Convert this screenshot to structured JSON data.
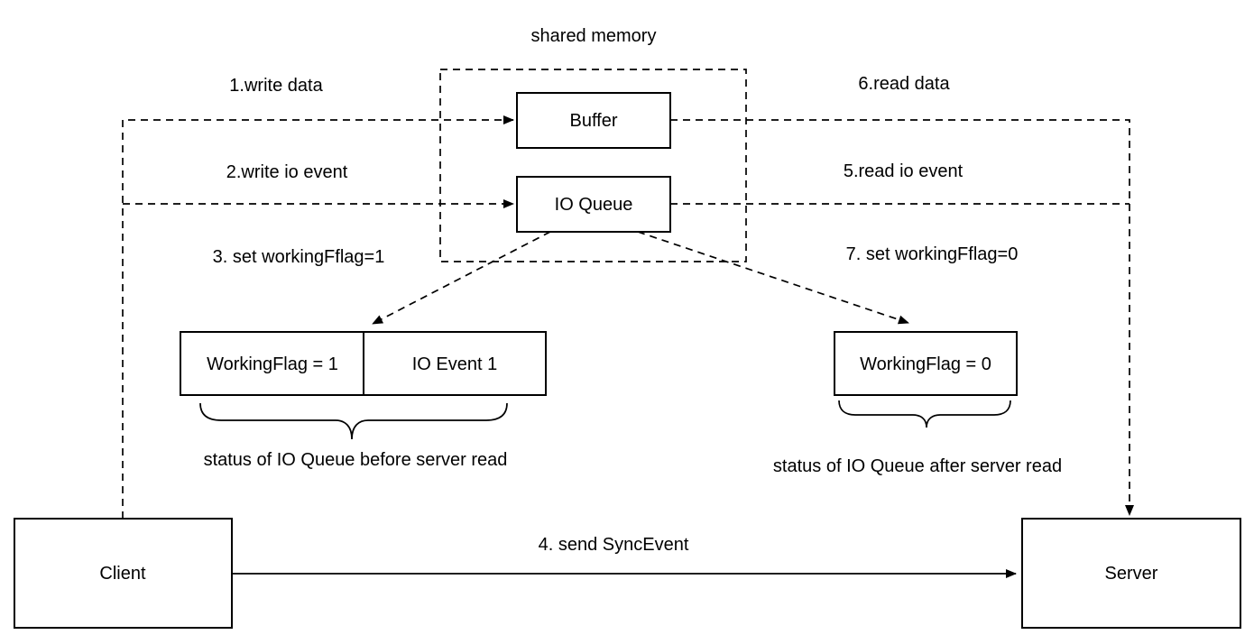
{
  "title": "shared memory",
  "nodes": {
    "buffer": {
      "label": "Buffer"
    },
    "io_queue": {
      "label": "IO Queue"
    },
    "client": {
      "label": "Client"
    },
    "server": {
      "label": "Server"
    },
    "working_flag_1": {
      "label": "WorkingFlag = 1"
    },
    "io_event_1": {
      "label": "IO Event 1"
    },
    "working_flag_0": {
      "label": "WorkingFlag = 0"
    }
  },
  "edge_labels": {
    "step1": "1.write data",
    "step2": "2.write io event",
    "step3": "3. set workingFflag=1",
    "step4": "4. send SyncEvent",
    "step5": "5.read io event",
    "step6": "6.read data",
    "step7": "7. set workingFflag=0"
  },
  "captions": {
    "before_read": "status of IO Queue before server read",
    "after_read": "status of IO Queue after server read"
  },
  "colors": {
    "stroke": "#000000",
    "text": "#000000",
    "background": "#ffffff"
  }
}
